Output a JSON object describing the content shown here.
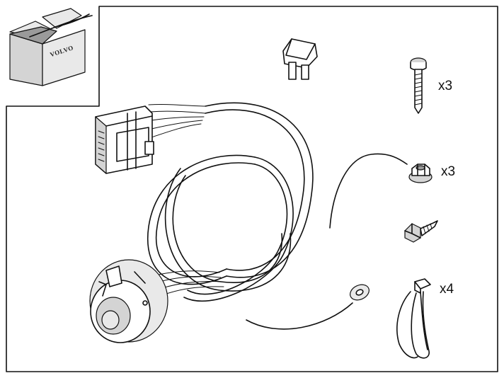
{
  "box": {
    "brand": "VOLVO"
  },
  "parts": {
    "screw": {
      "qty": "x3"
    },
    "nut": {
      "qty": "x3"
    },
    "cable_tie": {
      "qty": "x4"
    }
  }
}
